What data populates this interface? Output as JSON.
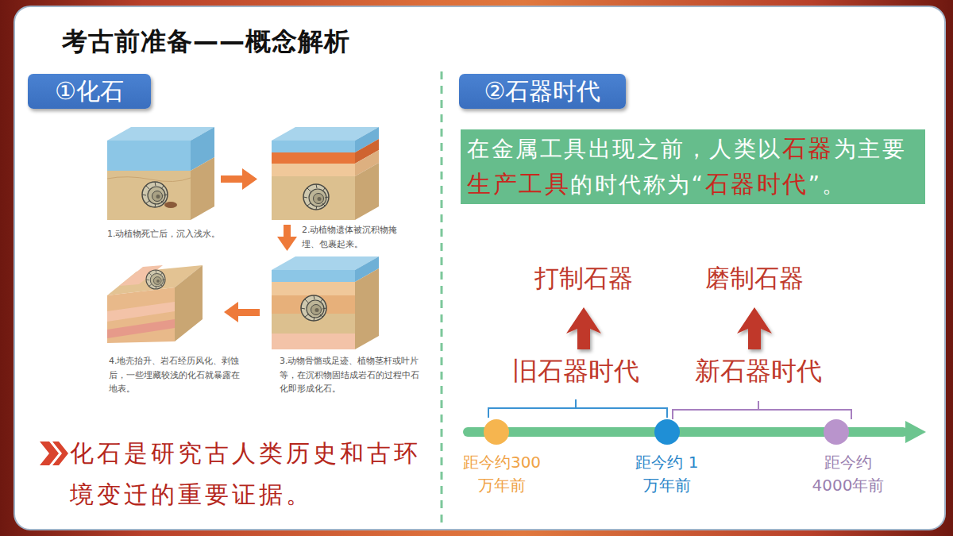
{
  "diagram": {
    "title": "考古前准备——概念解析",
    "nodes": [
      {
        "text": [
          "①化石"
        ]
      },
      {
        "text": [
          "②石器时代"
        ]
      },
      {
        "text": [
          "在金属工具出现之前，人类以石器为主要生产工具的时代称为“石器时代”。"
        ]
      }
    ],
    "labels": [
      "1.动植物死亡后，沉入浅水。",
      "2.动植物遗体被沉积物掩埋、包裹起来。",
      "3.动物骨骼或足迹、植物茎杆或叶片等，在沉积物固结成岩石的过程中石化即形成化石。",
      "4.地壳抬升、岩石经历风化、剥蚀后，一些埋藏较浅的化石就暴露在地表。",
      "化石是研究古人类历史和古环境变迁的重要证据。",
      "打制石器",
      "磨制石器",
      "旧石器时代",
      "新石器时代",
      "距今约300 万年前",
      "距今约 1 万年前",
      "距今约 4000年前"
    ]
  }
}
